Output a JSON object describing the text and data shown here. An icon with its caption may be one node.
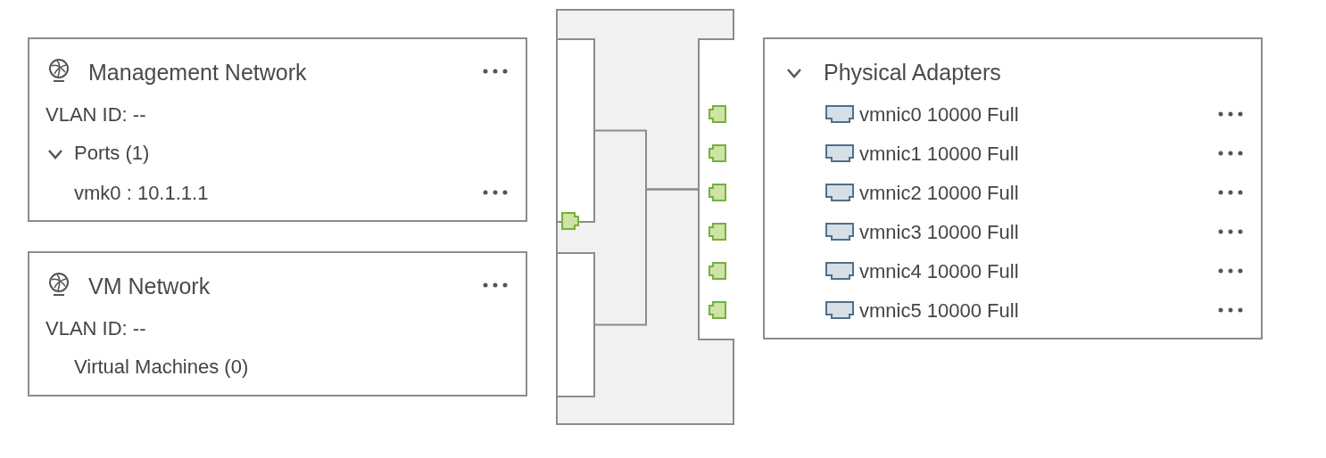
{
  "diagram": {
    "nodes": [
      {
        "text": [
          "Management Network",
          "VLAN ID: --",
          "Ports (1)",
          "vmk0 : 10.1.1.1"
        ]
      },
      {
        "text": [
          "VM Network",
          "VLAN ID: --",
          "Virtual Machines (0)"
        ]
      },
      {
        "text": [],
        "shape": "box"
      },
      {
        "text": [],
        "shape": "box",
        "in": 2
      },
      {
        "text": [],
        "shape": "box",
        "in": 2
      },
      {
        "text": [],
        "shape": "box",
        "in": 2
      },
      {
        "text": [
          "Physical Adapters",
          "vmnic0 10000 Full",
          "vmnic1 10000 Full",
          "vmnic2 10000 Full",
          "vmnic3 10000 Full",
          "vmnic4 10000 Full",
          "vmnic5 10000 Full"
        ]
      }
    ],
    "edges": [
      {
        "from": 3,
        "to": 5,
        "arrow": "none"
      },
      {
        "from": 4,
        "to": 5,
        "arrow": "none"
      }
    ]
  }
}
